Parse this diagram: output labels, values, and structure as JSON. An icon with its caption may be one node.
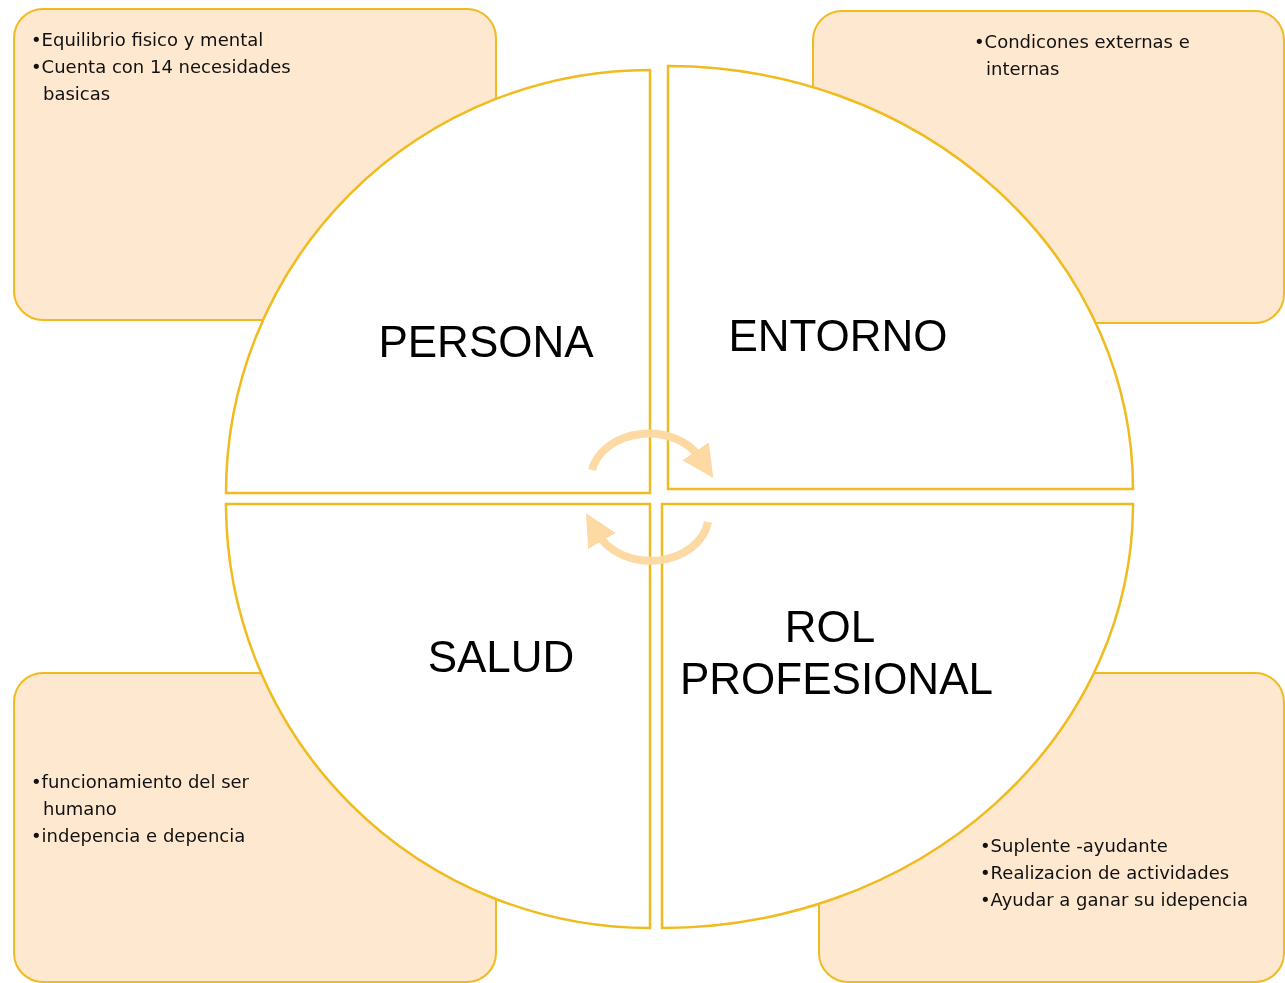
{
  "diagram": {
    "nodes": [
      {
        "text": [
          "•Equilibrio fisico y mental",
          "•Cuenta con 14 necesidades basicas"
        ]
      },
      {
        "text": [
          "•Condicones externas e internas"
        ]
      },
      {
        "text": [
          "PERSONA"
        ]
      },
      {
        "text": [
          "ENTORNO"
        ]
      },
      {
        "text": [
          "SALUD"
        ]
      },
      {
        "text": [
          "ROL PROFESIONAL"
        ]
      },
      {
        "text": [
          "•funcionamiento del ser humano",
          "•indepencia e depencia"
        ]
      },
      {
        "text": [
          "•Suplente -ayudante",
          "•Realizacion de actividades",
          "•Ayudar a ganar su idepencia"
        ]
      }
    ],
    "edges": [
      {
        "from": 2,
        "to": 3,
        "arrow": "to"
      },
      {
        "from": 5,
        "to": 4,
        "arrow": "to"
      }
    ]
  }
}
